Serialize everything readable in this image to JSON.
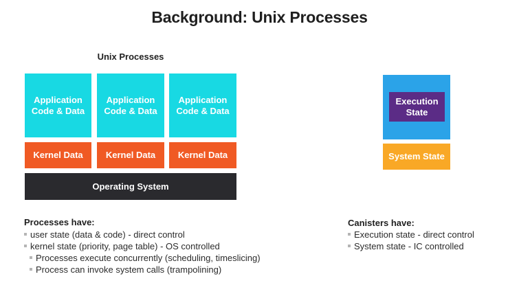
{
  "slide": {
    "title": "Background: Unix Processes"
  },
  "unix_diagram": {
    "title": "Unix Processes",
    "app_boxes": [
      "Application\nCode & Data",
      "Application\nCode & Data",
      "Application\nCode & Data"
    ],
    "kernel_boxes": [
      "Kernel Data",
      "Kernel Data",
      "Kernel Data"
    ],
    "os_label": "Operating System",
    "colors": {
      "app": "#18d9e3",
      "kernel": "#f05a24",
      "os": "#2a2a2e"
    }
  },
  "canister_diagram": {
    "execution_label": "Execution\nState",
    "system_label": "System State",
    "colors": {
      "outer": "#2ba3e8",
      "execution": "#5b2c86",
      "system": "#f9a826"
    }
  },
  "processes_list": {
    "heading": "Processes have:",
    "items": [
      "user state (data & code) - direct control",
      "kernel state (priority, page table) - OS controlled"
    ],
    "subitems": [
      "Processes execute concurrently (scheduling, timeslicing)",
      "Process can invoke system calls (trampolining)"
    ]
  },
  "canisters_list": {
    "heading": "Canisters have:",
    "items": [
      "Execution state - direct control",
      "System state - IC controlled"
    ]
  }
}
